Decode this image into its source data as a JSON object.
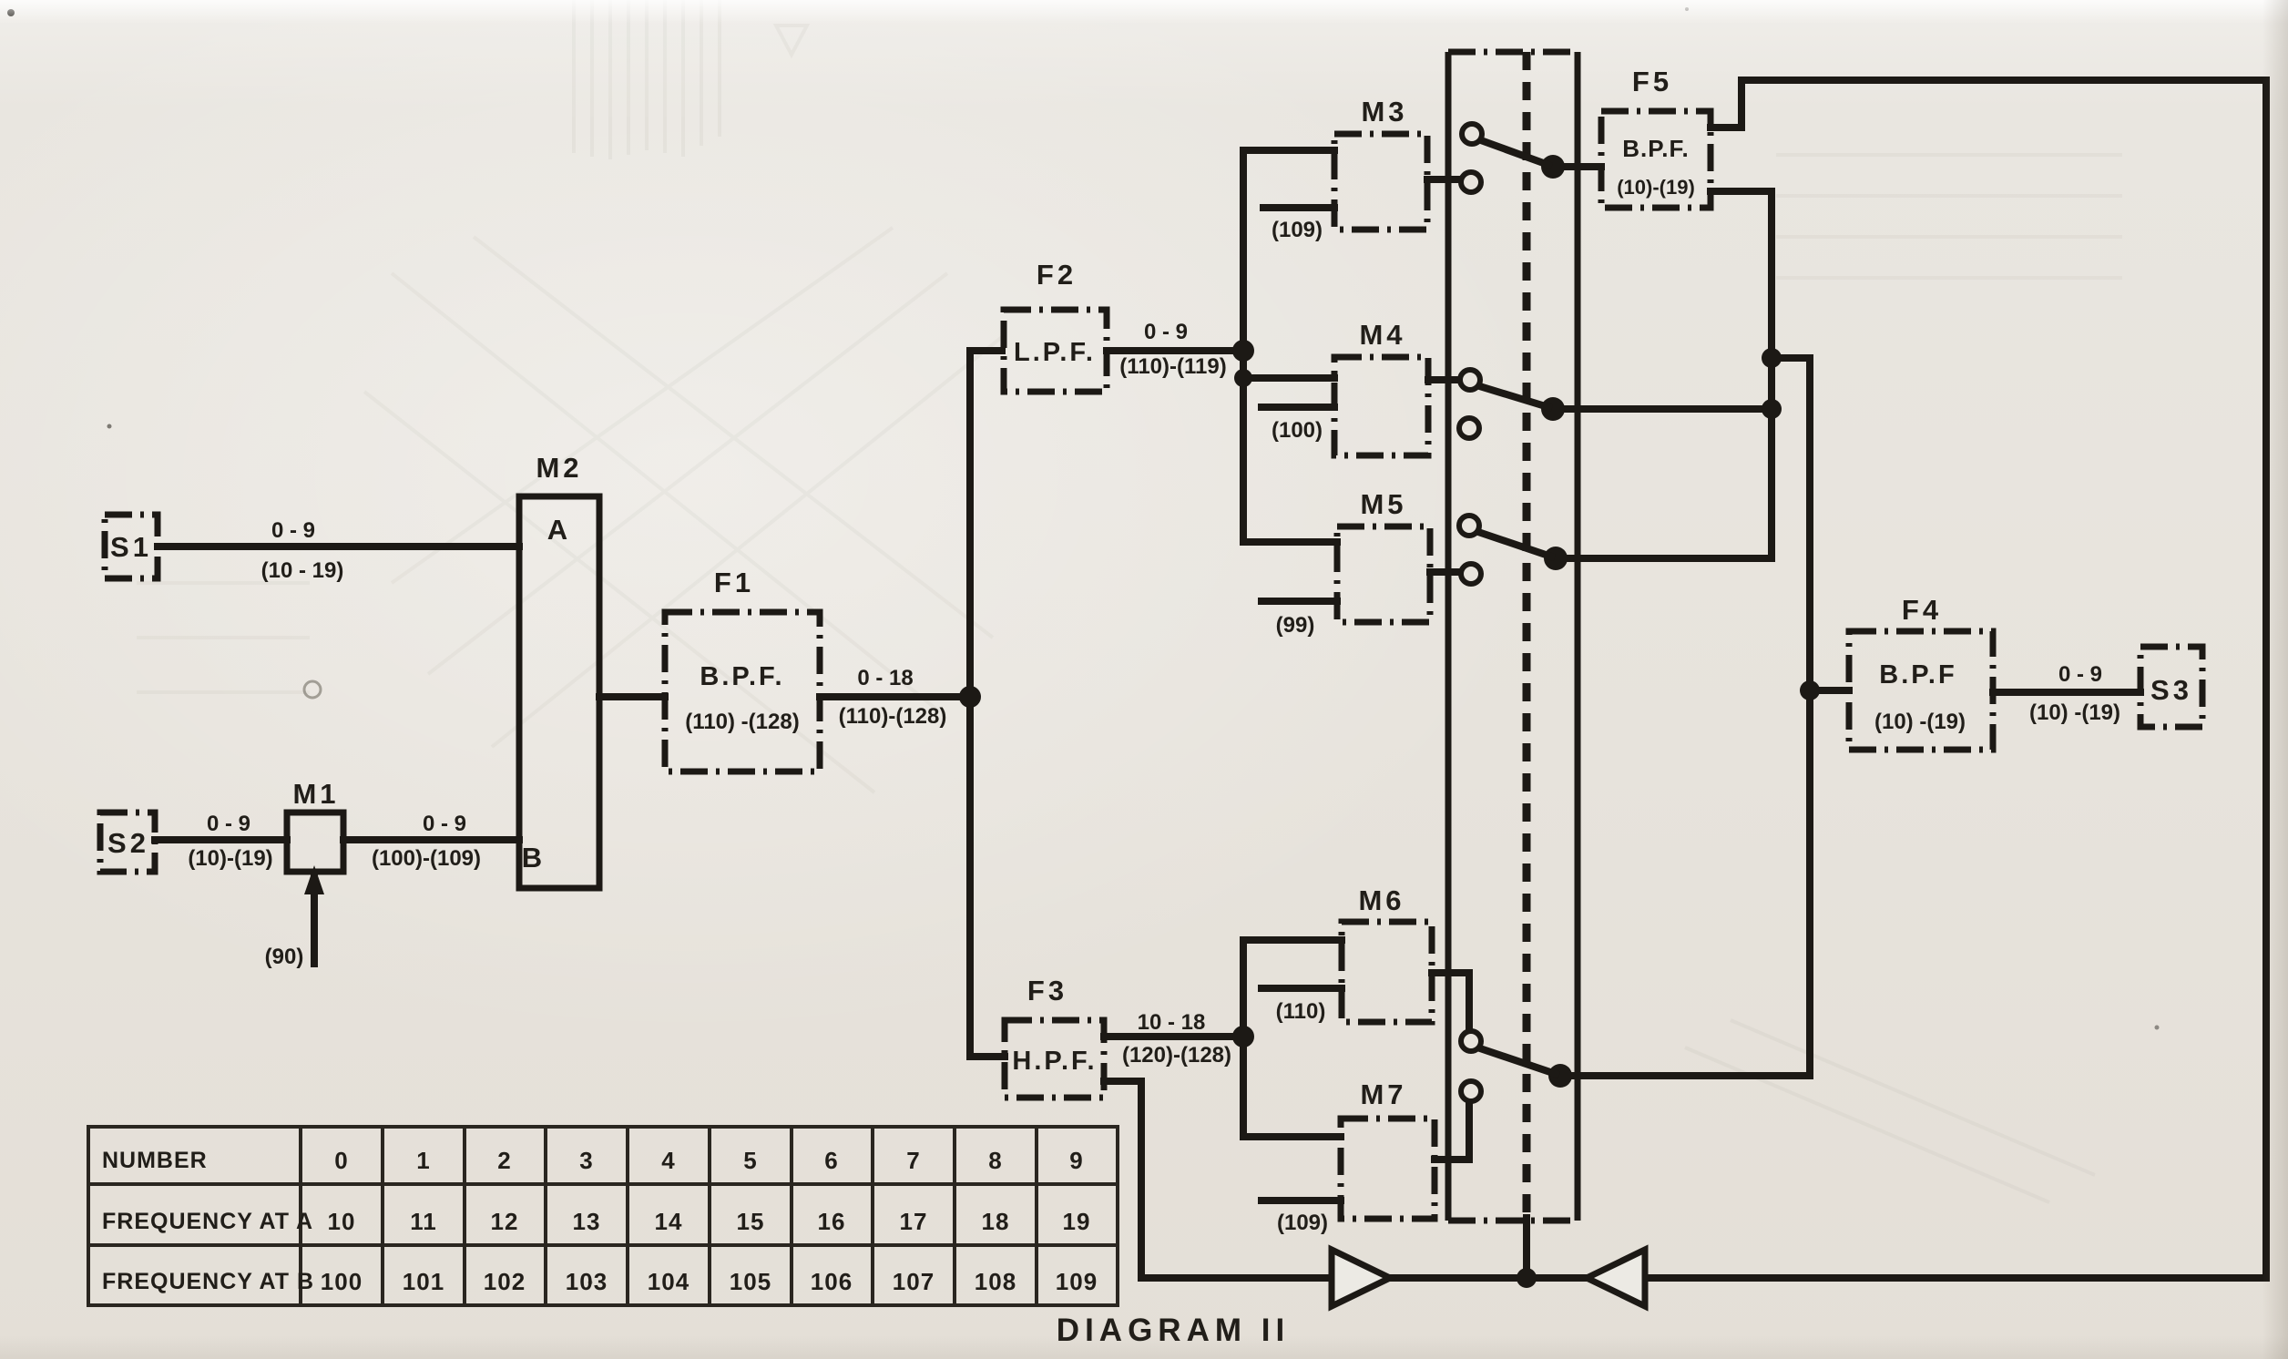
{
  "title": "DIAGRAM II",
  "colors": {
    "ink": "#1c1915",
    "paper": "#e8e4dd"
  },
  "blocks": {
    "s1": {
      "label": "S1"
    },
    "s2": {
      "label": "S2"
    },
    "s3": {
      "label": "S3"
    },
    "m1": {
      "label": "M1",
      "osc": "(90)"
    },
    "m2": {
      "label": "M2",
      "port_a": "A",
      "port_b": "B"
    },
    "m3": {
      "label": "M3",
      "osc": "(109)"
    },
    "m4": {
      "label": "M4",
      "osc": "(100)"
    },
    "m5": {
      "label": "M5",
      "osc": "(99)"
    },
    "m6": {
      "label": "M6",
      "osc": "(110)"
    },
    "m7": {
      "label": "M7",
      "osc": "(109)"
    },
    "f1": {
      "label": "F1",
      "type": "B.P.F.",
      "range": "(110) -(128)"
    },
    "f2": {
      "label": "F2",
      "type": "L.P.F."
    },
    "f3": {
      "label": "F3",
      "type": "H.P.F."
    },
    "f4": {
      "label": "F4",
      "type": "B.P.F",
      "range": "(10) -(19)"
    },
    "f5": {
      "label": "F5",
      "type": "B.P.F.",
      "range": "(10)-(19)"
    }
  },
  "links": {
    "s1_m2": {
      "top": "0 - 9",
      "bottom": "(10 - 19)"
    },
    "s2_m1": {
      "top": "0 - 9",
      "bottom": "(10)-(19)"
    },
    "m1_m2": {
      "top": "0 - 9",
      "bottom": "(100)-(109)"
    },
    "f1_out": {
      "top": "0 - 18",
      "bottom": "(110)-(128)"
    },
    "f2_out": {
      "top": "0 - 9",
      "bottom": "(110)-(119)"
    },
    "f3_out": {
      "top": "10 - 18",
      "bottom": "(120)-(128)"
    },
    "f4_s3": {
      "top": "0 - 9",
      "bottom": "(10) -(19)"
    }
  },
  "table": {
    "rows": [
      {
        "label": "NUMBER",
        "values": [
          "0",
          "1",
          "2",
          "3",
          "4",
          "5",
          "6",
          "7",
          "8",
          "9"
        ]
      },
      {
        "label": "FREQUENCY AT A",
        "values": [
          "10",
          "11",
          "12",
          "13",
          "14",
          "15",
          "16",
          "17",
          "18",
          "19"
        ]
      },
      {
        "label": "FREQUENCY AT B",
        "values": [
          "100",
          "101",
          "102",
          "103",
          "104",
          "105",
          "106",
          "107",
          "108",
          "109"
        ]
      }
    ]
  }
}
